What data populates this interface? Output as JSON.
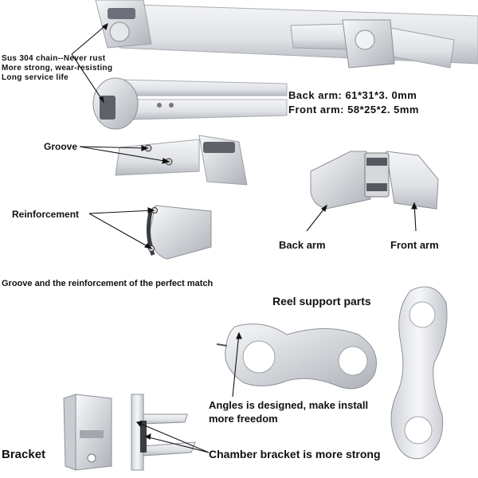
{
  "top_left": {
    "chain_note_lines": [
      "Sus 304 chain--Never rust",
      "More strong, wear-resisting",
      "Long service life"
    ]
  },
  "arm_specs": {
    "back_arm": "Back arm: 61*31*3. 0mm",
    "front_arm": "Front arm: 58*25*2. 5mm"
  },
  "callouts": {
    "groove": "Groove",
    "reinforcement": "Reinforcement",
    "back_arm_label": "Back arm",
    "front_arm_label": "Front arm"
  },
  "caption": "Groove and the reinforcement of the perfect match",
  "reel": {
    "title": "Reel support parts",
    "angles_note": "Angles is designed, make install more freedom"
  },
  "bracket": {
    "label": "Bracket",
    "chamber_note": "Chamber bracket is more strong"
  },
  "colors": {
    "metal": "#e8e9ec",
    "metal_shade": "#b9bcc2",
    "dark": "#3a3d44",
    "text": "#111111"
  }
}
